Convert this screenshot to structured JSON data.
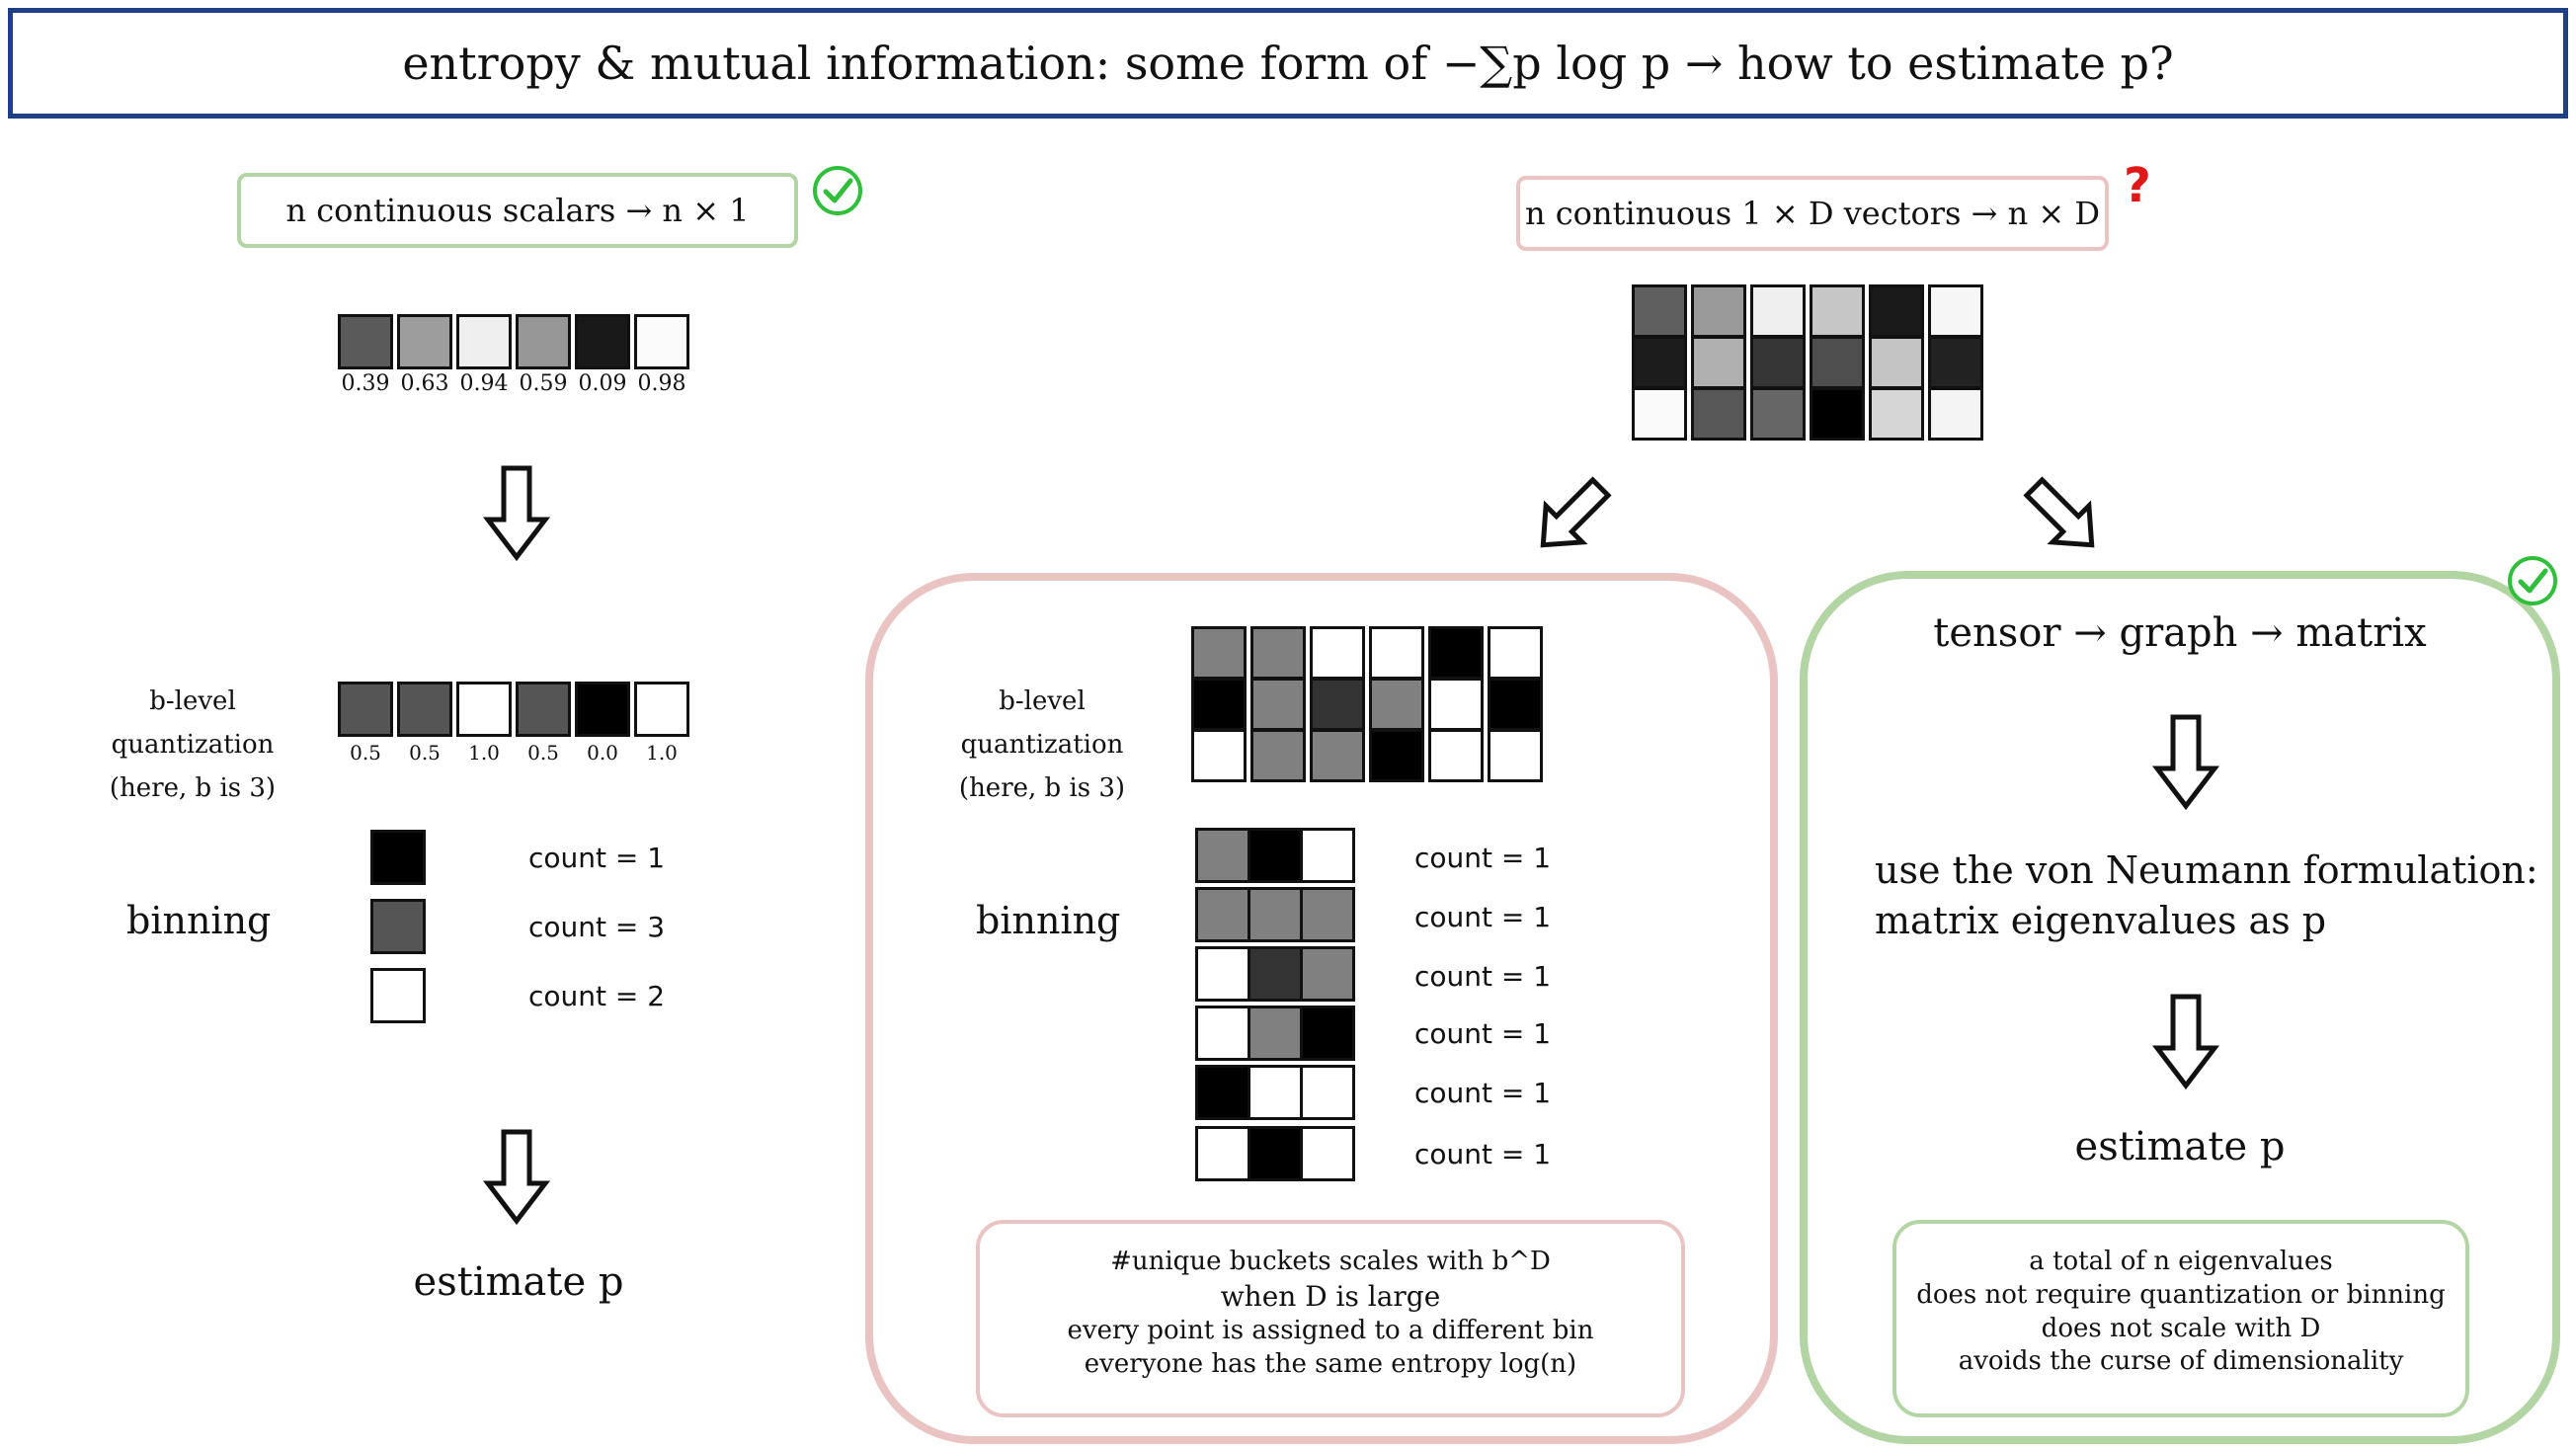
{
  "header": {
    "title": "entropy & mutual information: some form of −∑p log p  →  how to estimate p?"
  },
  "left": {
    "label": "n continuous scalars → n × 1",
    "values": [
      "0.39",
      "0.63",
      "0.94",
      "0.59",
      "0.09",
      "0.98"
    ],
    "quant_label_1": "b-level quantization",
    "quant_label_2": "(here, b is 3)",
    "quant_values": [
      "0.5",
      "0.5",
      "1.0",
      "0.5",
      "0.0",
      "1.0"
    ],
    "binning": "binning",
    "counts": [
      "count = 1",
      "count = 3",
      "count = 2"
    ],
    "estimate": "estimate p"
  },
  "right": {
    "label": "n continuous 1 × D vectors → n × D",
    "question_mark": "?"
  },
  "middle_panel": {
    "quant_label_1": "b-level quantization",
    "quant_label_2": "(here, b is 3)",
    "binning": "binning",
    "counts": [
      "count = 1",
      "count = 1",
      "count = 1",
      "count = 1",
      "count = 1",
      "count = 1"
    ],
    "note_lines": [
      "#unique buckets scales with b^D",
      "when D is large",
      "every point is assigned to a different bin",
      "everyone has the same entropy log(n)"
    ]
  },
  "right_panel": {
    "headline": "tensor → graph → matrix",
    "formulation_1": "use the von Neumann formulation:",
    "formulation_2": "matrix eigenvalues as p",
    "estimate": "estimate p",
    "note_lines": [
      "a total of n eigenvalues",
      "does not require quantization or binning",
      "does not scale with D",
      "avoids the curse of dimensionality"
    ]
  },
  "colors": {
    "title_border": "#1f3f86",
    "good_border": "#b3d4a3",
    "bad_border": "#e9c4c3",
    "check": "#2fbf3a",
    "question": "#e01818"
  },
  "icons": [
    "check-icon",
    "question-icon",
    "down-arrow-icon",
    "diagonal-arrow-icon"
  ]
}
